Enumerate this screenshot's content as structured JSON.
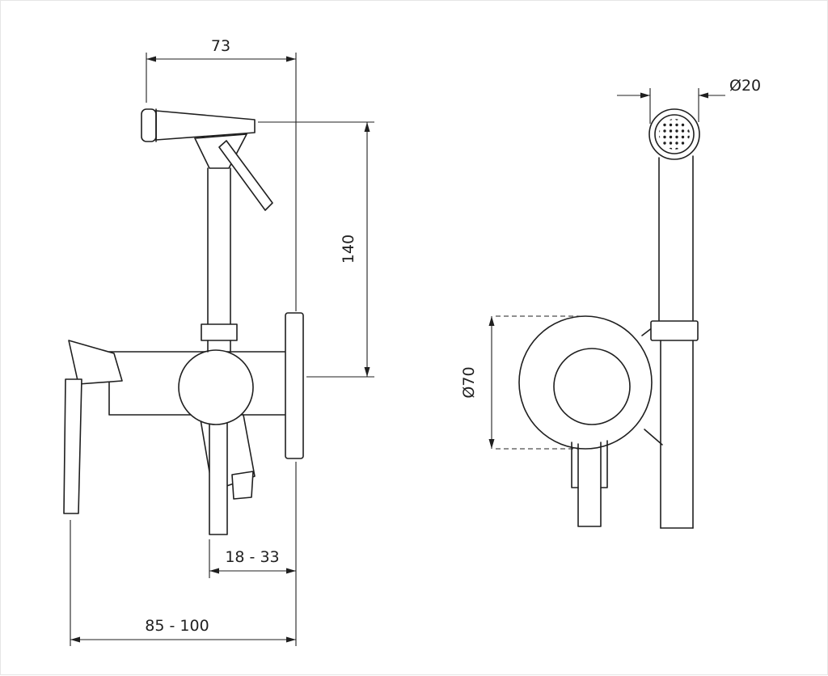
{
  "page": {
    "background_color": "#ffffff",
    "line_color": "#1f1f1f",
    "description": "Technical dimension drawing of a wall-mounted bidet hand shower mixer, front view and side view"
  },
  "views": {
    "front": {
      "label": "front-view"
    },
    "side": {
      "label": "side-view"
    }
  },
  "dimensions": {
    "head_projection": "73",
    "hose_column_height": "140",
    "holder_depth_range": "18 - 33",
    "total_depth_range": "85 - 100",
    "head_diameter": "Ø20",
    "rosette_diameter": "Ø70"
  }
}
